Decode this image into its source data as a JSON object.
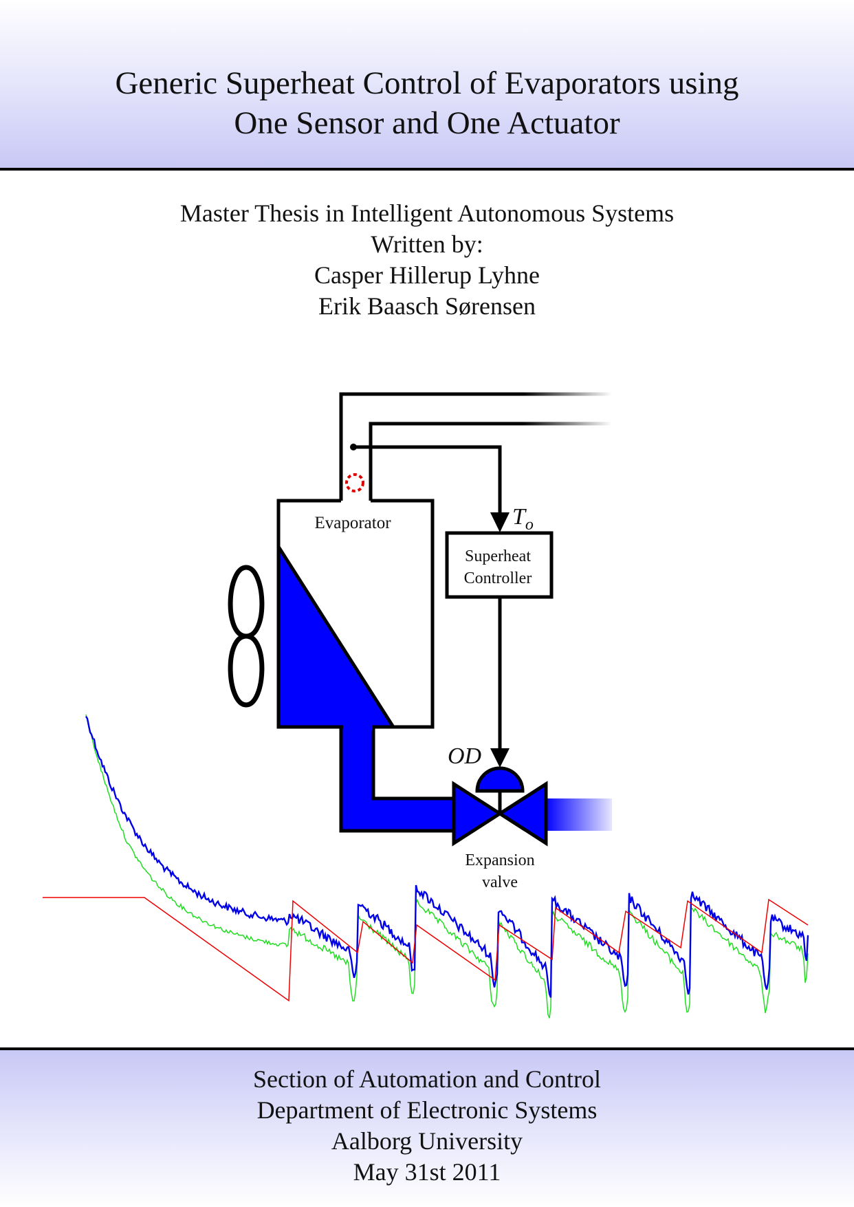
{
  "header": {
    "title_line1": "Generic Superheat Control of Evaporators using",
    "title_line2": "One Sensor and One Actuator"
  },
  "authors": {
    "thesis": "Master Thesis in Intelligent Autonomous Systems",
    "written_by": "Written by:",
    "author1": "Casper Hillerup Lyhne",
    "author2": "Erik Baasch Sørensen"
  },
  "diagram": {
    "evaporator_label": "Evaporator",
    "controller_label_line1": "Superheat",
    "controller_label_line2": "Controller",
    "sensor_symbol": "T",
    "sensor_subscript": "o",
    "actuator_symbol": "OD",
    "valve_label_line1": "Expansion",
    "valve_label_line2": "valve"
  },
  "colors": {
    "refrigerant": "#0000ff",
    "sensor": "#e00000",
    "trace_blue": "#0000e6",
    "trace_green": "#22dd22",
    "trace_red": "#ee0000",
    "band": "#c8c8f6"
  },
  "footer": {
    "line1": "Section of Automation and Control",
    "line2": "Department of Electronic Systems",
    "line3": "Aalborg University",
    "line4": "May 31st 2011"
  }
}
